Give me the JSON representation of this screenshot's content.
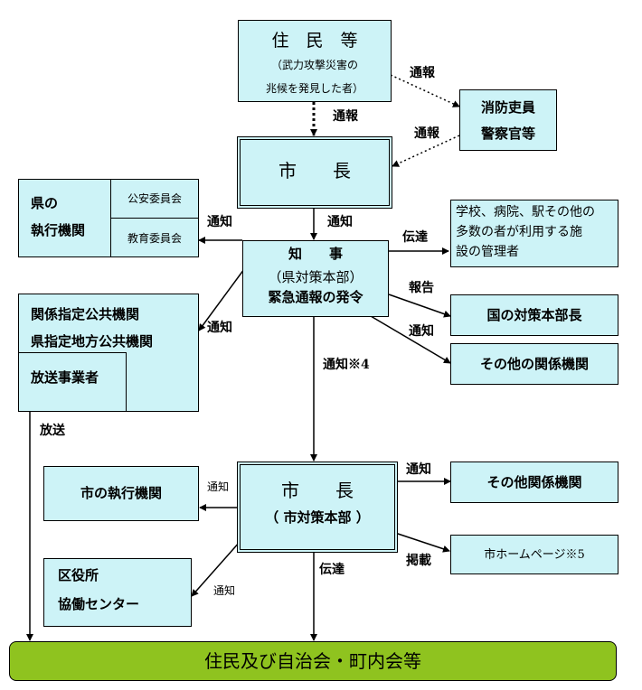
{
  "residents_box": {
    "title": "住　民　等",
    "note_line1": "（武力攻撃災害の",
    "note_line2": "兆候を発見した者）"
  },
  "fire_police_box": {
    "line1": "消防吏員",
    "line2": "警察官等"
  },
  "mayor_top": {
    "title": "市　　長"
  },
  "prefecture_exec": {
    "line1": "県の",
    "line2": "執行機関",
    "sub1": "公安委員会",
    "sub2": "教育委員会"
  },
  "governor_box": {
    "line1": "知　　事",
    "line2": "（県対策本部）",
    "line3": "緊急通報の発令"
  },
  "school_box": {
    "line1": "学校、病院、駅その他の",
    "line2": "多数の者が利用する施",
    "line3": "設の管理者"
  },
  "designated_box": {
    "line1": "関係指定公共機関",
    "line2": "県指定地方公共機関",
    "sub": "放送事業者"
  },
  "national_box": {
    "label": "国の対策本部長"
  },
  "other_related_box": {
    "label": "その他の関係機関"
  },
  "mayor_hq": {
    "line1": "市　　長",
    "line2": "（ 市対策本部 ）"
  },
  "city_exec": {
    "label": "市の執行機関"
  },
  "other_agencies": {
    "label": "その他関係機関"
  },
  "homepage": {
    "label": "市ホームページ※5"
  },
  "ward_box": {
    "line1": "区役所",
    "line2": "協働センター"
  },
  "bottom_bar": {
    "label": "住民及び自治会・町内会等"
  },
  "edge_labels": {
    "report_residents_fire": "通報",
    "report_residents_mayor": "通報",
    "report_fire_mayor": "通報",
    "notify_mayor_governor": "通知",
    "notify_governor_pref": "通知",
    "notify_governor_designated": "通知",
    "convey_governor_school": "伝達",
    "report_governor_national": "報告",
    "notify_governor_other": "通知",
    "notify_governor_mayorhq": "通知※4",
    "broadcast": "放送",
    "notify_hq_city_exec": "通知",
    "notify_hq_other": "通知",
    "post_homepage": "掲載",
    "convey_hq_residents": "伝達",
    "notify_hq_ward": "通知"
  },
  "colors": {
    "box_fill": "#cdf3f7",
    "bar_fill": "#8fc31f",
    "line": "#000000"
  }
}
